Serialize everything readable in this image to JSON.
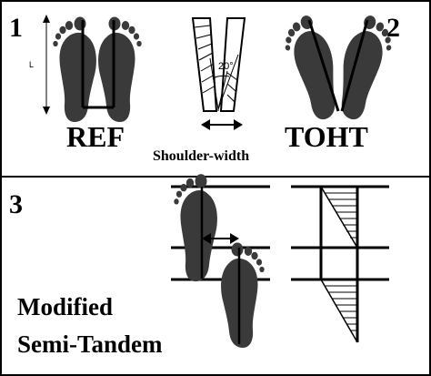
{
  "panels": [
    {
      "number": "1"
    },
    {
      "number": "2"
    },
    {
      "number": "3"
    }
  ],
  "labels": {
    "ref": "REF",
    "toht": "TOHT",
    "shoulder_width": "Shoulder-width",
    "angle": "20°",
    "length_marker": "L",
    "modified": "Modified",
    "semi_tandem": "Semi-Tandem"
  },
  "colors": {
    "foot": "#3a3a3a",
    "line": "#000000",
    "background": "#ffffff"
  }
}
